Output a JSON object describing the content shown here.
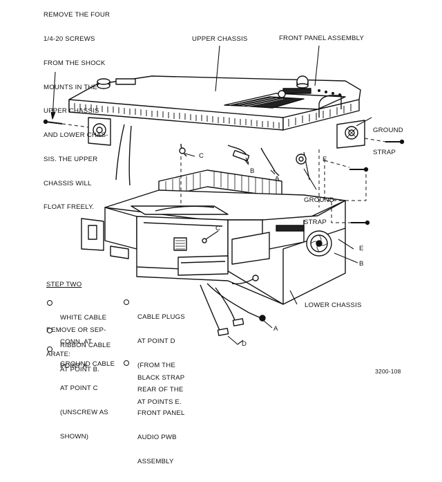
{
  "instruction": {
    "line1": "REMOVE THE FOUR",
    "line2": "1/4-20 SCREWS",
    "line3": "FROM THE SHOCK",
    "line4": "MOUNTS IN THE",
    "line5": "UPPER CHASSIS",
    "line6": "AND LOWER CHAS-",
    "line7": "SIS. THE UPPER",
    "line8": "CHASSIS WILL",
    "line9": "FLOAT FREELY."
  },
  "labels": {
    "upper_chassis": "UPPER CHASSIS",
    "front_panel": "FRONT PANEL ASSEMBLY",
    "ground_strap_right_1": "GROUND",
    "ground_strap_right_2": "STRAP",
    "ground_strap_mid_1": "GROUND",
    "ground_strap_mid_2": "STRAP",
    "lower_chassis": "LOWER CHASSIS",
    "point_a_upper": "A",
    "point_b_upper": "B",
    "point_c_upper": "C",
    "point_c_lower": "C",
    "point_e_upper": "E",
    "point_e_lower": "E",
    "point_b_lower": "B",
    "point_a_lower": "A",
    "point_d": "D",
    "figure_number": "3200-108"
  },
  "step_two": {
    "title": "STEP TWO",
    "intro1": "REMOVE OR SEP-",
    "intro2": "ARATE:",
    "items_left": [
      {
        "l1": "WHITE CABLE",
        "l2": "CONN. AT",
        "l3": "POINT A",
        "l4": "",
        "l5": "",
        "l6": ""
      },
      {
        "l1": "RIBBON CABLE",
        "l2": "AT POINT B.",
        "l3": "",
        "l4": "",
        "l5": "",
        "l6": ""
      },
      {
        "l1": "GROUND CABLE",
        "l2": "AT POINT C",
        "l3": "(UNSCREW AS",
        "l4": "SHOWN)",
        "l5": "",
        "l6": ""
      }
    ],
    "items_right": [
      {
        "l1": "CABLE PLUGS",
        "l2": "AT POINT D",
        "l3": "(FROM THE",
        "l4": "REAR OF THE",
        "l5": "FRONT PANEL",
        "l6": "AUDIO PWB",
        "l7": "ASSEMBLY"
      },
      {
        "l1": "BLACK STRAP",
        "l2": "AT POINTS E."
      }
    ]
  }
}
